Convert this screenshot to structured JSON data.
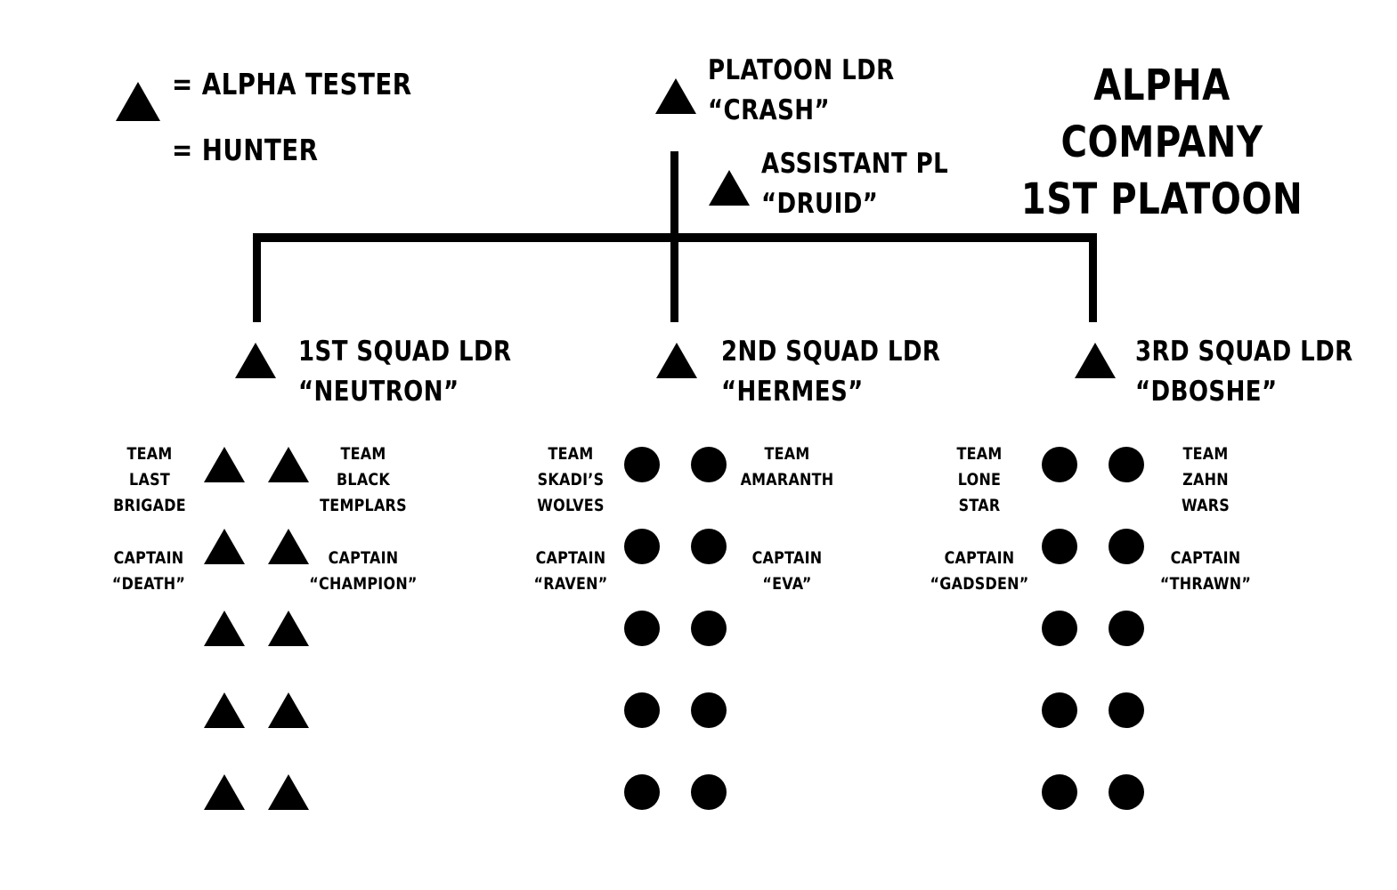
{
  "colors": {
    "ink": "#000000",
    "background": "#ffffff"
  },
  "legend": {
    "items": [
      {
        "symbol": "alpha-tester-triangle",
        "label": "= ALPHA TESTER"
      },
      {
        "symbol": "hunter-circle",
        "label": "= HUNTER"
      }
    ]
  },
  "header": {
    "title_line1": "ALPHA COMPANY",
    "title_line2": "1ST PLATOON"
  },
  "platoon_leader": {
    "role": "PLATOON LDR",
    "callsign": "“CRASH”",
    "symbol": "alpha-tester-triangle"
  },
  "assistant_pl": {
    "role": "ASSISTANT PL",
    "callsign": "“DRUID”",
    "symbol": "alpha-tester-triangle"
  },
  "squads": [
    {
      "leader_role": "1ST SQUAD LDR",
      "leader_callsign": "“NEUTRON”",
      "leader_symbol": "alpha-tester-triangle",
      "member_symbol": "triangle",
      "team_left": [
        "TEAM",
        "LAST",
        "BRIGADE"
      ],
      "team_right": [
        "TEAM",
        "BLACK",
        "TEMPLARS"
      ],
      "captain_left": [
        "CAPTAIN",
        "“DEATH”"
      ],
      "captain_right": [
        "CAPTAIN",
        "“CHAMPION”"
      ],
      "member_rows": 5,
      "members_per_row": 2
    },
    {
      "leader_role": "2ND SQUAD LDR",
      "leader_callsign": "“HERMES”",
      "leader_symbol": "alpha-tester-triangle",
      "member_symbol": "circle",
      "team_left": [
        "TEAM",
        "SKADI’S",
        "WOLVES"
      ],
      "team_right": [
        "TEAM",
        "AMARANTH"
      ],
      "captain_left": [
        "CAPTAIN",
        "“RAVEN”"
      ],
      "captain_right": [
        "CAPTAIN",
        "“EVA”"
      ],
      "member_rows": 5,
      "members_per_row": 2
    },
    {
      "leader_role": "3RD SQUAD LDR",
      "leader_callsign": "“DBOSHE”",
      "leader_symbol": "alpha-tester-triangle",
      "member_symbol": "circle",
      "team_left": [
        "TEAM",
        "LONE",
        "STAR"
      ],
      "team_right": [
        "TEAM",
        "ZAHN",
        "WARS"
      ],
      "captain_left": [
        "CAPTAIN",
        "“GADSDEN”"
      ],
      "captain_right": [
        "CAPTAIN",
        "“THRAWN”"
      ],
      "member_rows": 5,
      "members_per_row": 2
    }
  ]
}
